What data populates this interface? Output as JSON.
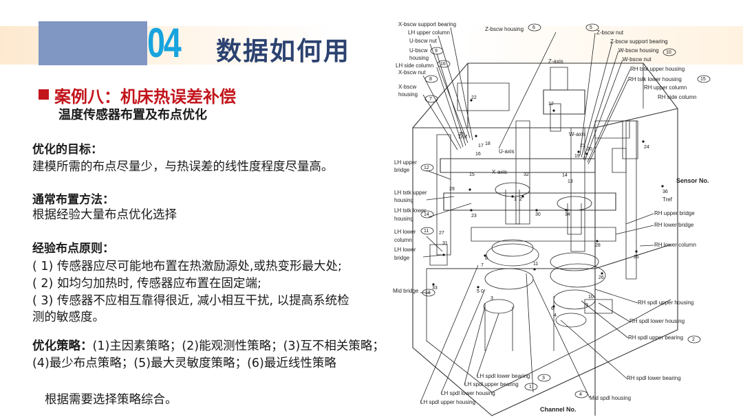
{
  "header": {
    "number": "04",
    "title": "数据如何用"
  },
  "case": {
    "title": "案例八：机床热误差补偿",
    "subtitle": "温度传感器布置及布点优化"
  },
  "goal": {
    "heading": "优化的目标：",
    "text": "建模所需的布点尽量少，与热误差的线性度程度尽量高。"
  },
  "method": {
    "heading": "通常布置方法：",
    "text": "根据经验大量布点优化选择"
  },
  "principles": {
    "heading": "经验布点原则：",
    "items": [
      "( 1) 传感器应尽可能地布置在热激励源处,或热变形最大处;",
      "( 2) 如均匀加热时, 传感器应布置在固定端;",
      "( 3) 传感器不应相互靠得很近, 减小相互干扰, 以提高系统检",
      "测的敏感度。"
    ]
  },
  "strategy": {
    "heading": "优化策略：",
    "text": "(1)主因素策略；(2)能观测性策略；(3)互不相关策略；(4)最少布点策略；(5)最大灵敏度策略；(6)最近线性策略",
    "note": "根据需要选择策略综合。"
  },
  "diagram": {
    "labels": {
      "x_bscw_support_bearing": "X-bscw  support bearing",
      "lh_upper_column": "LH upper column",
      "u_bscw_nut": "U-bscw nut",
      "u_bscw_housing_1": "U-bscw",
      "u_bscw_housing_2": "housing",
      "lh_side_column": "LH side column",
      "x_bscw_nut": "X-bscw nut",
      "x_bscw_housing_1": "X-bscw",
      "x_bscw_housing_2": "housing",
      "z_bscw_housing": "Z-bscw housing",
      "z_bscw_nut": "Z-bscw nut",
      "z_bscw_support_bearing": "Z-bscw support bearing",
      "w_bscw_housing": "W-bscw housing",
      "w_bscw_nut": "W-bscw nut",
      "rh_tstk_upper_housing": "RH tstk upper housing",
      "rh_tstk_lower_housing": "RH tstk lower housing",
      "rh_upper_column": "RH upper column",
      "rh_side_column": "RH side column",
      "z_axis": "Z-axis",
      "w_axis": "W-axis",
      "u_axis": "U-axis",
      "x_axis": "X-axis",
      "lh_upper_bridge_1": "LH upper",
      "lh_upper_bridge_2": "bridge",
      "lh_tstk_upper_housing_1": "LH tstk upper",
      "lh_tstk_upper_housing_2": "housing",
      "lh_tstk_lower_housing_1": "LH tstk lower",
      "lh_tstk_lower_housing_2": "housing",
      "lh_lower_column_1": "LH lower",
      "lh_lower_column_2": "column",
      "lh_lower_bridge_1": "LH lower",
      "lh_lower_bridge_2": "bridge",
      "mid_bridge": "Mid bridge",
      "sensor_no": "Sensor No.",
      "tref_num": "36",
      "tref": "Tref",
      "tref_left": "Tref",
      "rh_upper_bridge": "RH upper bridge",
      "rh_lower_bridge": "RH lower bridge",
      "rh_lower_column": "RH lower column",
      "rh_spdl_upper_housing": "RH spdl upper housing",
      "rh_spdl_lower_housing": "RH spdl lower housing",
      "rh_spdl_upper_bearing": "RH spdl upper bearing",
      "rh_spdl_lower_bearing": "RH spdl lower bearing",
      "lh_spdl_lower_bearing": "LH spdl lower bearing",
      "lh_spdl_upper_bearing": "LH spdl upper bearing",
      "lh_spdl_lower_housing": "LH spdl lower housing",
      "lh_spdl_upper_housing": "LH spdl upper housing",
      "mid_spdl_housing": "Mid spdl housing",
      "channel_no": "Channel No."
    },
    "channels": {
      "c6": "6",
      "c7": "7",
      "c8": "8",
      "c9": "9",
      "c10": "10",
      "c12": "12",
      "c14": "14",
      "c11": "11",
      "c13": "13",
      "c15": "15",
      "c16": "16",
      "c1": "1",
      "c2": "2",
      "c3": "3",
      "c4": "4",
      "c5": "5"
    },
    "sensors": {
      "s22": "22",
      "s24": "24",
      "s21": "21",
      "s20": "20",
      "s19": "19",
      "s17": "17",
      "s18": "18",
      "s29": "29",
      "s23": "23",
      "s30": "30",
      "s34": "34",
      "s28": "28",
      "s25": "25",
      "s26": "26",
      "s27": "27",
      "s31": "31",
      "s33": "33",
      "s32": "32",
      "s35": "35",
      "s11": "11",
      "s10": "10",
      "s9": "9",
      "s8": "8",
      "s7": "7",
      "s5": "5",
      "s6": "6",
      "s4": "4",
      "s3": "3",
      "s2": "2",
      "s1": "1",
      "s12": "12",
      "s13": "13",
      "s14": "14",
      "s15": "15",
      "s16": "16",
      "s0": "0"
    }
  }
}
